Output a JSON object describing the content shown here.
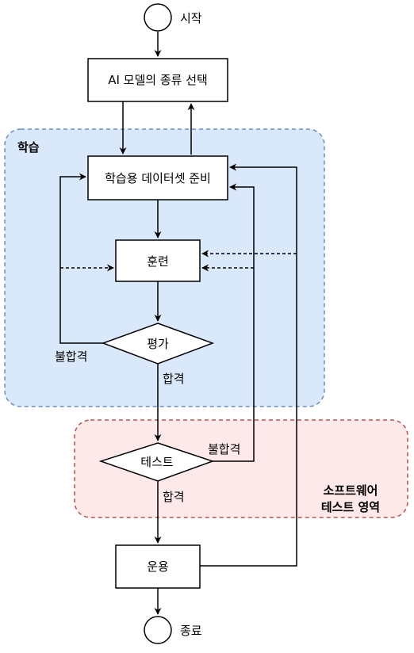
{
  "regions": {
    "learning": "학습",
    "sw_test_line1": "소프트웨어",
    "sw_test_line2": "테스트 영역"
  },
  "nodes": {
    "start": "시작",
    "select_model": "AI 모델의 종류 선택",
    "prepare_data": "학습용 데이터셋 준비",
    "train": "훈련",
    "evaluate": "평가",
    "test": "테스트",
    "operate": "운용",
    "end": "종료"
  },
  "edge_labels": {
    "eval_fail": "불합격",
    "eval_pass": "합격",
    "test_fail": "불합격",
    "test_pass": "합격"
  },
  "colors": {
    "learning_fill": "#dae8fc",
    "learning_border": "#6c8ebf",
    "test_fill": "#fde9e9",
    "test_border": "#b85450",
    "stroke": "#000000"
  }
}
